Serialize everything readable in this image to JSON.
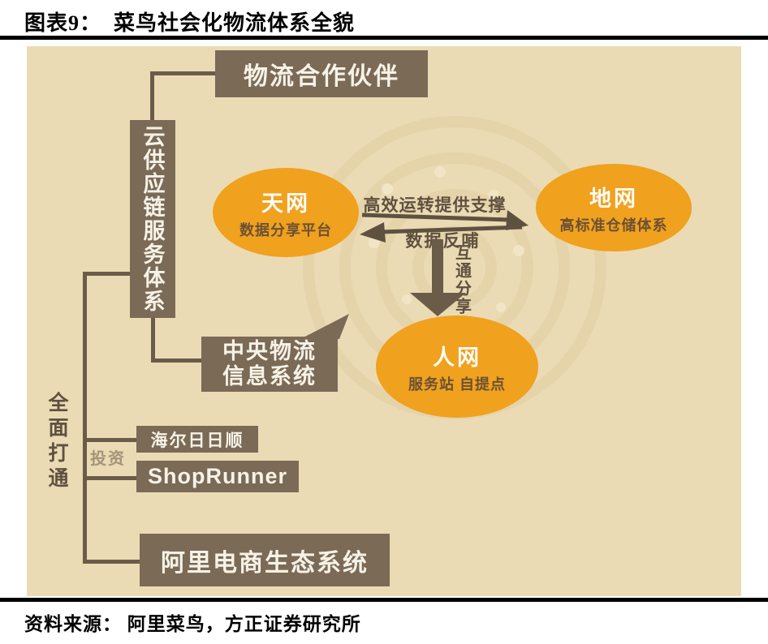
{
  "figure": {
    "title": "图表9：  菜鸟社会化物流体系全貌",
    "source": "资料来源： 阿里菜鸟，方正证券研究所"
  },
  "diagram": {
    "partner_box": "物流合作伙伴",
    "cloud_supply_chain_box": "云供应链服务体系",
    "central_box_line1": "中央物流",
    "central_box_line2": "信息系统",
    "haier_box": "海尔日日顺",
    "shoprunner_box": "ShopRunner",
    "ali_ecosystem_box": "阿里电商生态系统",
    "sky_net": {
      "title": "天网",
      "subtitle": "数据分享平台"
    },
    "ground_net": {
      "title": "地网",
      "subtitle": "高标准仓储体系"
    },
    "people_net": {
      "title": "人网",
      "subtitle": "服务站 自提点"
    },
    "support_arrow_label": "高效运转提供支撑",
    "feedback_arrow_label": "数据反哺",
    "interconnect_label": "互通分享",
    "full_connect_label": "全面打通",
    "invest_label": "投资"
  },
  "colors": {
    "panel_background": "#EADBB4",
    "box_brown": "#7A6A56",
    "ellipse_orange": "#F0A11E",
    "connector_brown": "#6B5C49",
    "dark_label": "#5F5140",
    "invest_label": "#A4947A",
    "watermark": "#DFCBA0",
    "box_text": "#F7F2E7",
    "ellipse_subtitle": "#6B5134"
  }
}
